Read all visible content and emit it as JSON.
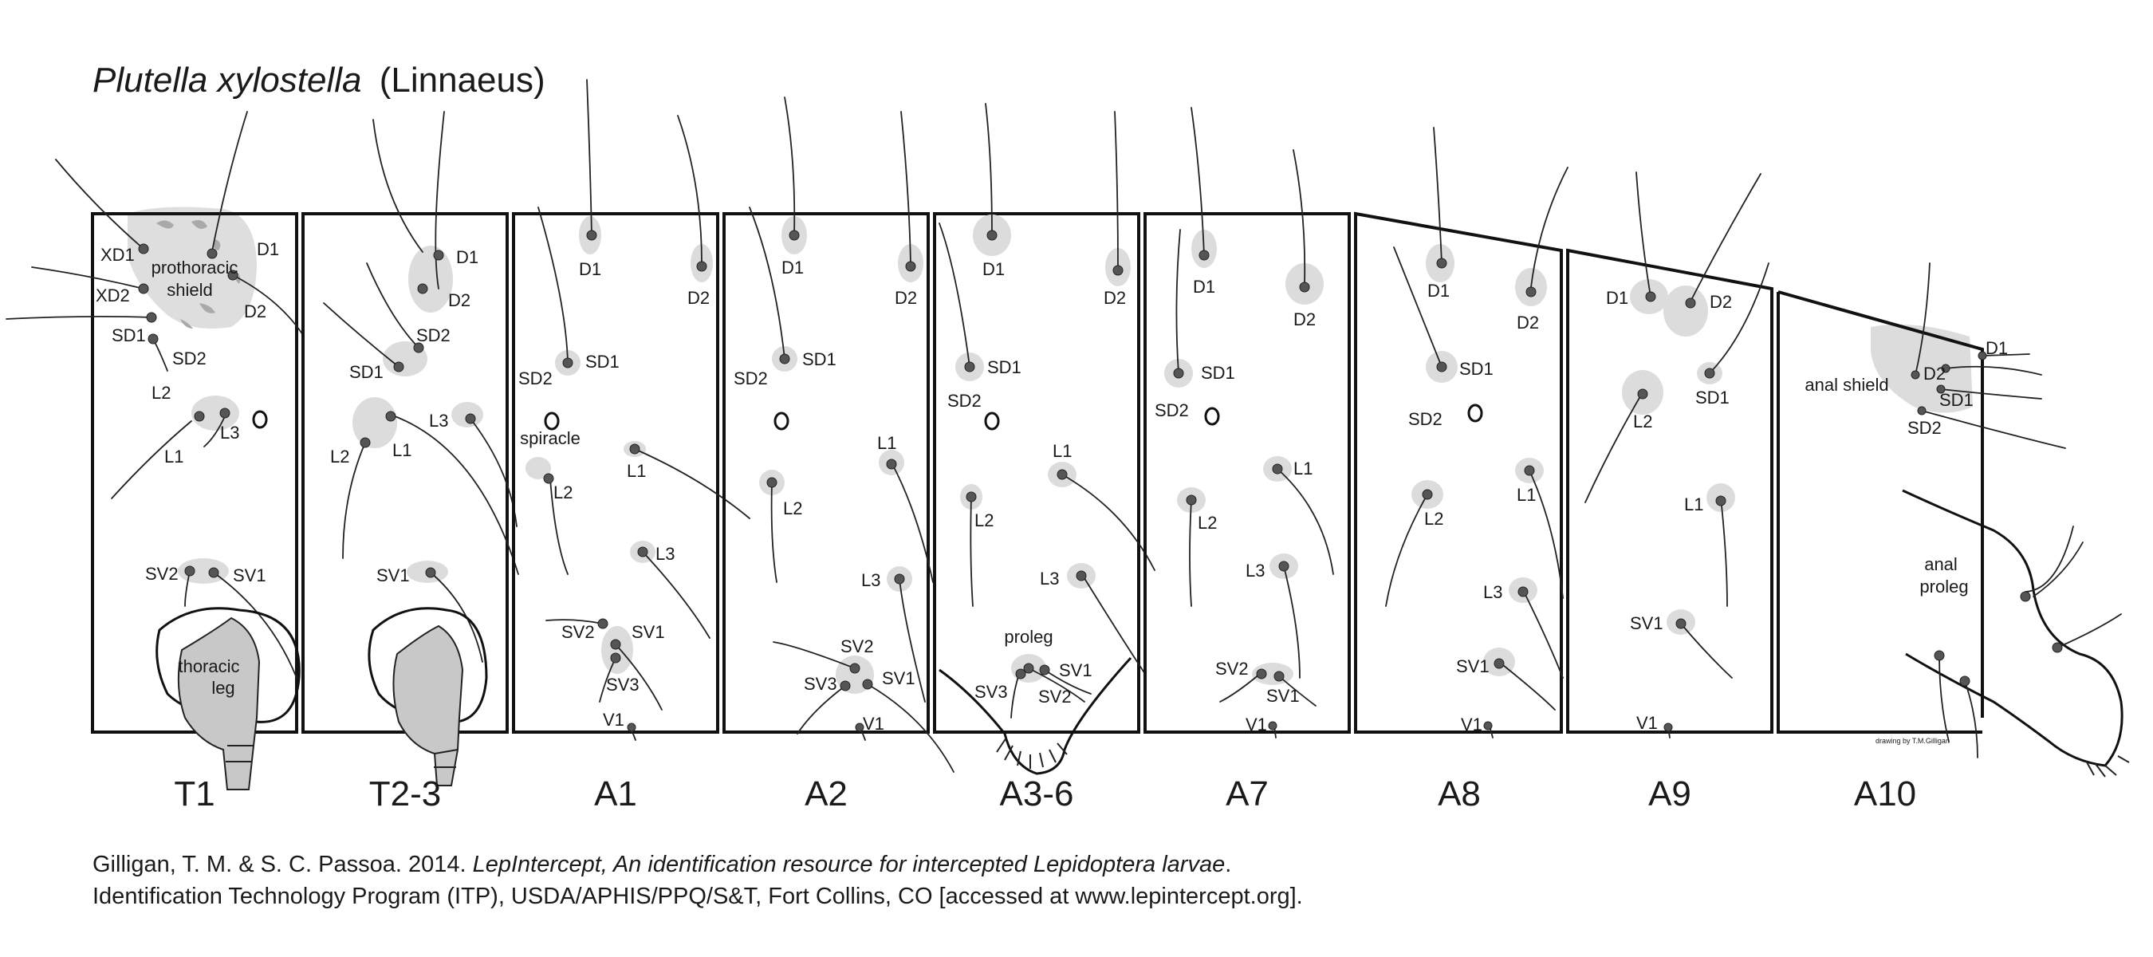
{
  "title": {
    "species": "Plutella xylostella",
    "author": "(Linnaeus)"
  },
  "segments": [
    {
      "label": "T1",
      "setae": [
        "XD1",
        "XD2",
        "SD1",
        "SD2",
        "D1",
        "D2",
        "L2",
        "L1",
        "L3",
        "SV2",
        "SV1"
      ],
      "regions": [
        "prothoracic",
        "shield",
        "thoracic",
        "leg"
      ]
    },
    {
      "label": "T2-3",
      "setae": [
        "D1",
        "D2",
        "SD2",
        "SD1",
        "L3",
        "L2",
        "L1",
        "SV1"
      ]
    },
    {
      "label": "A1",
      "setae": [
        "D1",
        "D2",
        "SD1",
        "SD2",
        "L1",
        "L2",
        "L3",
        "SV2",
        "SV1",
        "SV3",
        "V1"
      ],
      "regions": [
        "spiracle"
      ]
    },
    {
      "label": "A2",
      "setae": [
        "D1",
        "D2",
        "SD1",
        "SD2",
        "L1",
        "L2",
        "L3",
        "SV2",
        "SV3",
        "SV1",
        "V1"
      ]
    },
    {
      "label": "A3-6",
      "setae": [
        "D1",
        "D2",
        "SD1",
        "SD2",
        "L1",
        "L2",
        "L3",
        "SV1",
        "SV3",
        "SV2"
      ],
      "regions": [
        "proleg"
      ]
    },
    {
      "label": "A7",
      "setae": [
        "D1",
        "D2",
        "SD1",
        "SD2",
        "L1",
        "L2",
        "L3",
        "SV2",
        "SV1",
        "V1"
      ]
    },
    {
      "label": "A8",
      "setae": [
        "D1",
        "D2",
        "SD1",
        "SD2",
        "L1",
        "L2",
        "L3",
        "SV1",
        "V1"
      ]
    },
    {
      "label": "A9",
      "setae": [
        "D1",
        "D2",
        "SD1",
        "L2",
        "L1",
        "SV1",
        "V1"
      ]
    },
    {
      "label": "A10",
      "setae": [
        "D1",
        "D2",
        "SD1",
        "SD2"
      ],
      "regions": [
        "anal shield",
        "anal",
        "proleg"
      ]
    }
  ],
  "credit": "drawing by T.M.Gilligan",
  "citation": {
    "line1_prefix": "Gilligan, T. M. & S. C. Passoa. 2014. ",
    "line1_italic": "LepIntercept, An identification resource for intercepted Lepidoptera larvae",
    "line1_suffix": ".",
    "line2": "Identification Technology Program (ITP), USDA/APHIS/PPQ/S&T, Fort Collins, CO [accessed at www.lepintercept.org]."
  }
}
